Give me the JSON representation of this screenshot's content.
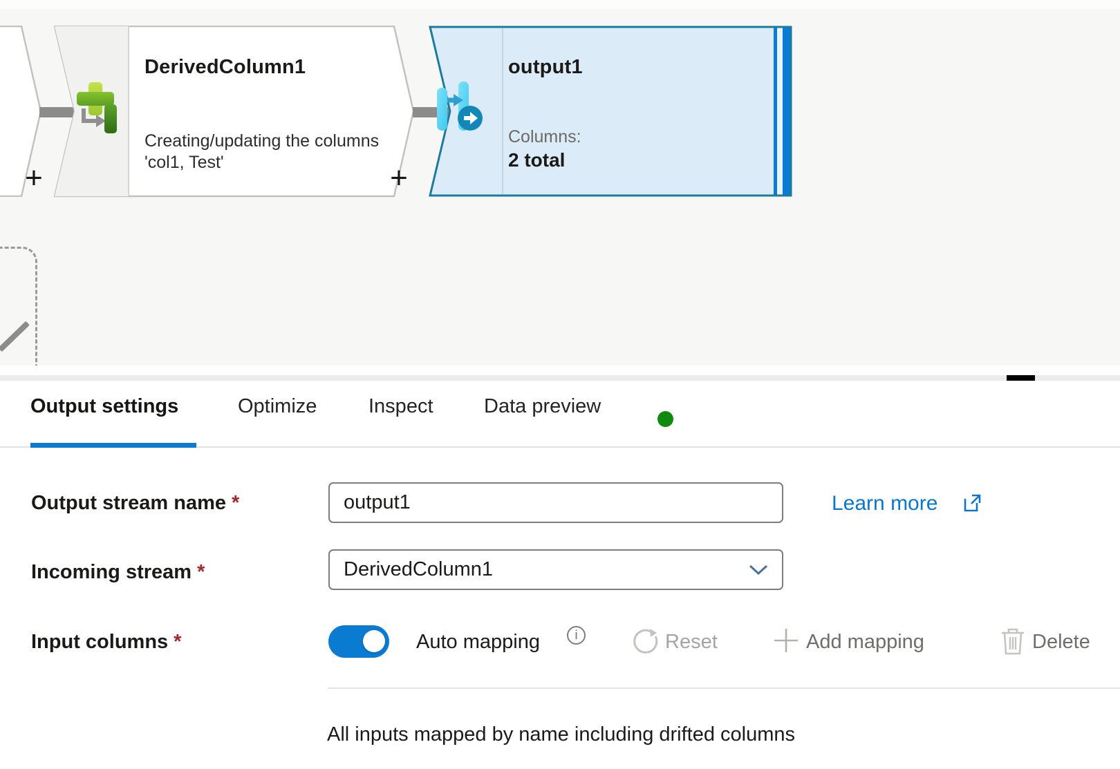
{
  "canvas": {
    "nodes": {
      "derived_column": {
        "icon": "derived-column-icon",
        "title": "DerivedColumn1",
        "description_line1": "Creating/updating the columns",
        "description_line2": "'col1, Test'"
      },
      "output": {
        "icon": "sink-icon",
        "title": "output1",
        "columns_label": "Columns:",
        "columns_value": "2 total",
        "selected": true
      }
    },
    "add_node_plus": "+"
  },
  "panel": {
    "tabs": [
      {
        "label": "Output settings",
        "active": true
      },
      {
        "label": "Optimize",
        "active": false
      },
      {
        "label": "Inspect",
        "active": false
      },
      {
        "label": "Data preview",
        "active": false,
        "status_dot": true
      }
    ],
    "fields": {
      "output_stream_name": {
        "label": "Output stream name",
        "required": "*",
        "value": "output1"
      },
      "incoming_stream": {
        "label": "Incoming stream",
        "required": "*",
        "value": "DerivedColumn1"
      },
      "input_columns": {
        "label": "Input columns",
        "required": "*"
      }
    },
    "learn_more_label": "Learn more",
    "auto_mapping": {
      "label": "Auto mapping",
      "enabled": true
    },
    "actions": {
      "reset": "Reset",
      "add_mapping": "Add mapping",
      "delete": "Delete"
    },
    "mapping_note": "All inputs mapped by name including drifted columns"
  },
  "colors": {
    "accent_blue": "#0b7ad1",
    "link_blue": "#0b76cc",
    "toggle_on": "#0b7ad1",
    "tab_underline": "#0b7ad1",
    "status_dot_green": "#0e8a0e",
    "selected_node_fill": "#dbecf8",
    "selected_node_border": "#1b7a9e",
    "canvas_background": "#f7f7f6",
    "required_asterisk": "#a4262c",
    "connector_gray": "#8c8c8c"
  }
}
